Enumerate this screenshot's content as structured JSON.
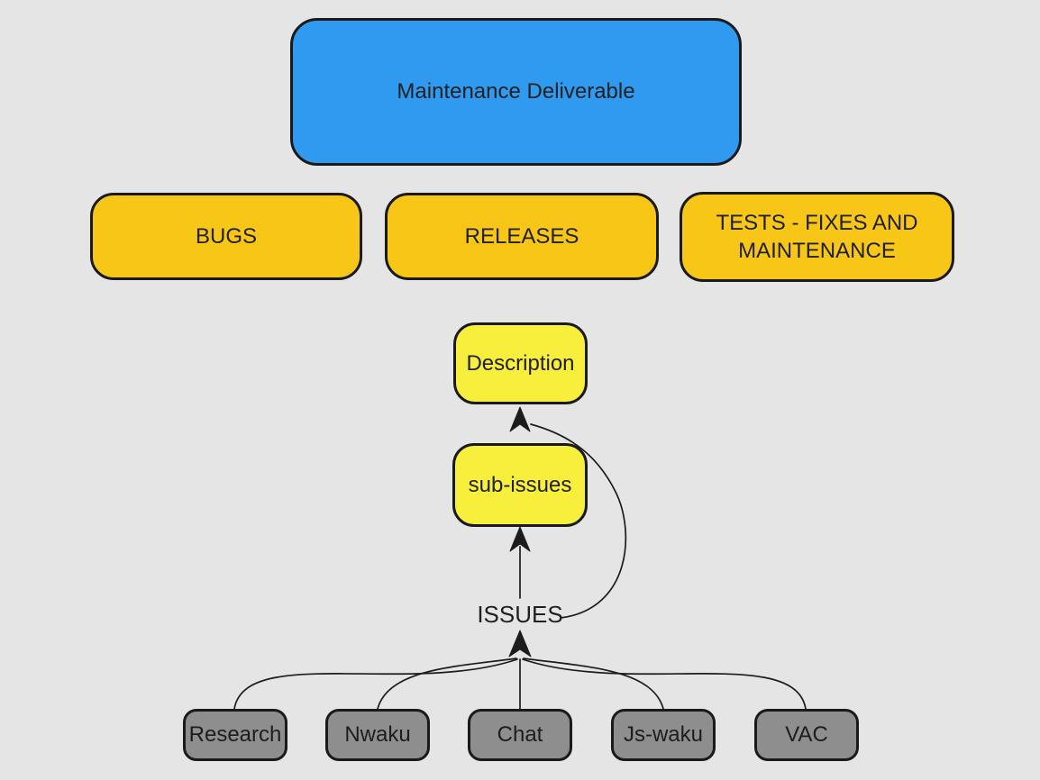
{
  "colors": {
    "background": "#e5e5e5",
    "root_blue": "#2f9aef",
    "category_amber": "#f8c617",
    "detail_yellow": "#f8ee3c",
    "leaf_gray": "#8e8e8e",
    "stroke_black": "#1a1a1a"
  },
  "nodes": {
    "maintenance": {
      "label": "Maintenance Deliverable",
      "fill": "#2f9aef"
    },
    "bugs": {
      "label": "BUGS",
      "fill": "#f8c617"
    },
    "releases": {
      "label": "RELEASES",
      "fill": "#f8c617"
    },
    "tests": {
      "label": "TESTS - FIXES AND\nMAINTENANCE",
      "fill": "#f8c617"
    },
    "description": {
      "label": "Description",
      "fill": "#f8ee3c"
    },
    "sub_issues": {
      "label": "sub-issues",
      "fill": "#f8ee3c"
    },
    "issues": {
      "label": "ISSUES",
      "fill": "none"
    },
    "research": {
      "label": "Research",
      "fill": "#8e8e8e"
    },
    "nwaku": {
      "label": "Nwaku",
      "fill": "#8e8e8e"
    },
    "chat": {
      "label": "Chat",
      "fill": "#8e8e8e"
    },
    "js_waku": {
      "label": "Js-waku",
      "fill": "#8e8e8e"
    },
    "vac": {
      "label": "VAC",
      "fill": "#8e8e8e"
    }
  },
  "edges": [
    {
      "from": "Research",
      "to": "ISSUES",
      "arrow": true
    },
    {
      "from": "Nwaku",
      "to": "ISSUES",
      "arrow": true
    },
    {
      "from": "Chat",
      "to": "ISSUES",
      "arrow": true
    },
    {
      "from": "Js-waku",
      "to": "ISSUES",
      "arrow": true
    },
    {
      "from": "VAC",
      "to": "ISSUES",
      "arrow": true
    },
    {
      "from": "ISSUES",
      "to": "sub-issues",
      "arrow": true
    },
    {
      "from": "ISSUES",
      "to": "Description",
      "arrow": true
    }
  ]
}
